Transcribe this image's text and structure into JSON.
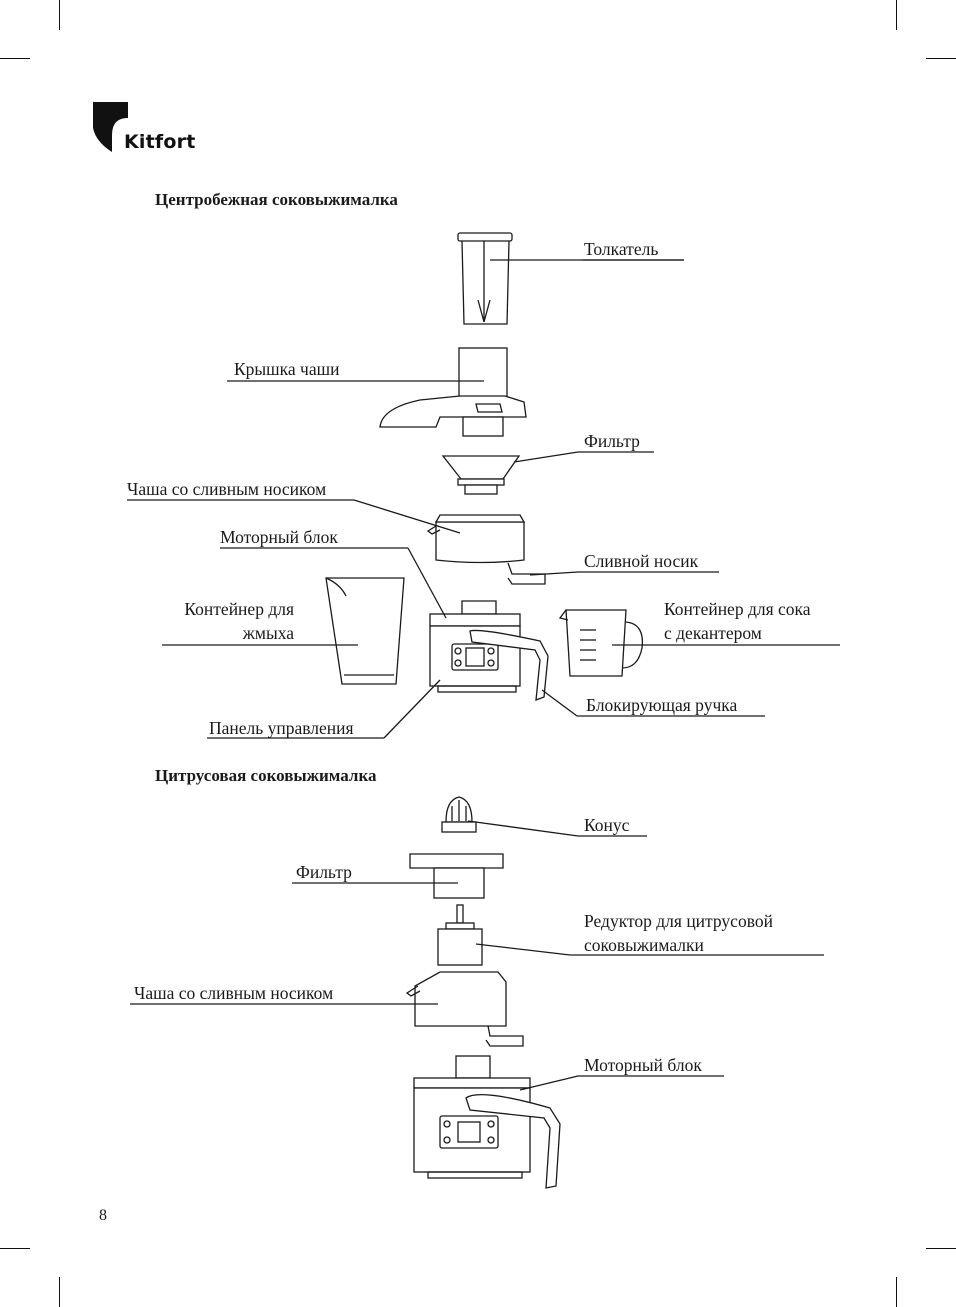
{
  "brand": {
    "name": "Kitfort",
    "logo_icon": "kitfort-logo-icon"
  },
  "sections": {
    "centrifugal": {
      "title": "Центробежная соковыжималка",
      "labels": {
        "pusher": "Толкатель",
        "bowl_lid": "Крышка чаши",
        "filter": "Фильтр",
        "bowl_spout": "Чаша со сливным носиком",
        "motor_unit": "Моторный блок",
        "drain_spout": "Сливной носик",
        "pulp_container_1": "Контейнер для",
        "pulp_container_2": "жмыха",
        "juice_container_1": "Контейнер для сока",
        "juice_container_2": "с декантером",
        "locking_handle": "Блокирующая ручка",
        "control_panel": "Панель управления"
      }
    },
    "citrus": {
      "title": "Цитрусовая соковыжималка",
      "labels": {
        "cone": "Конус",
        "filter": "Фильтр",
        "reducer_1": "Редуктор для цитрусовой",
        "reducer_2": "соковыжималки",
        "bowl_spout": "Чаша со сливным носиком",
        "motor_unit": "Моторный блок"
      }
    }
  },
  "page_number": "8"
}
